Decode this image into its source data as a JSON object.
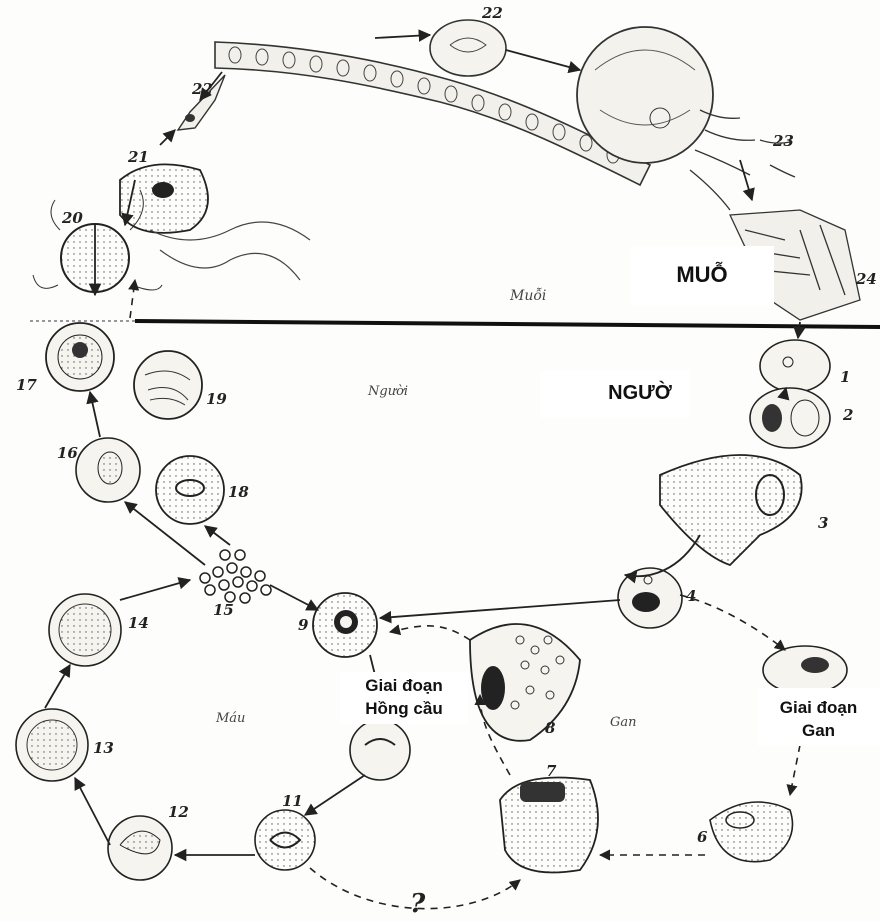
{
  "labels": {
    "mosquito_region": "MUỖ",
    "human_region": "NGƯỜ",
    "blood_stage": "Giai đoạn Hồng cầu",
    "blood_stage_l1": "Giai đoạn",
    "blood_stage_l2": "Hồng cầu",
    "liver_stage_l1": "Giai đoạn",
    "liver_stage_l2": "Gan"
  },
  "handwritten": {
    "muoi": "Muỗi",
    "nguoi": "Người",
    "mau": "Máu",
    "gan": "Gan",
    "question": "?"
  },
  "stage_numbers": {
    "n1": "1",
    "n2": "2",
    "n3": "3",
    "n4": "4",
    "n6": "6",
    "n7": "7",
    "n8": "8",
    "n9": "9",
    "n11": "11",
    "n12": "12",
    "n13": "13",
    "n14": "14",
    "n15": "15",
    "n16": "16",
    "n17": "17",
    "n18": "18",
    "n19": "19",
    "n20": "20",
    "n21": "21",
    "n22a": "22",
    "n22b": "22",
    "n23": "23",
    "n24": "24"
  }
}
